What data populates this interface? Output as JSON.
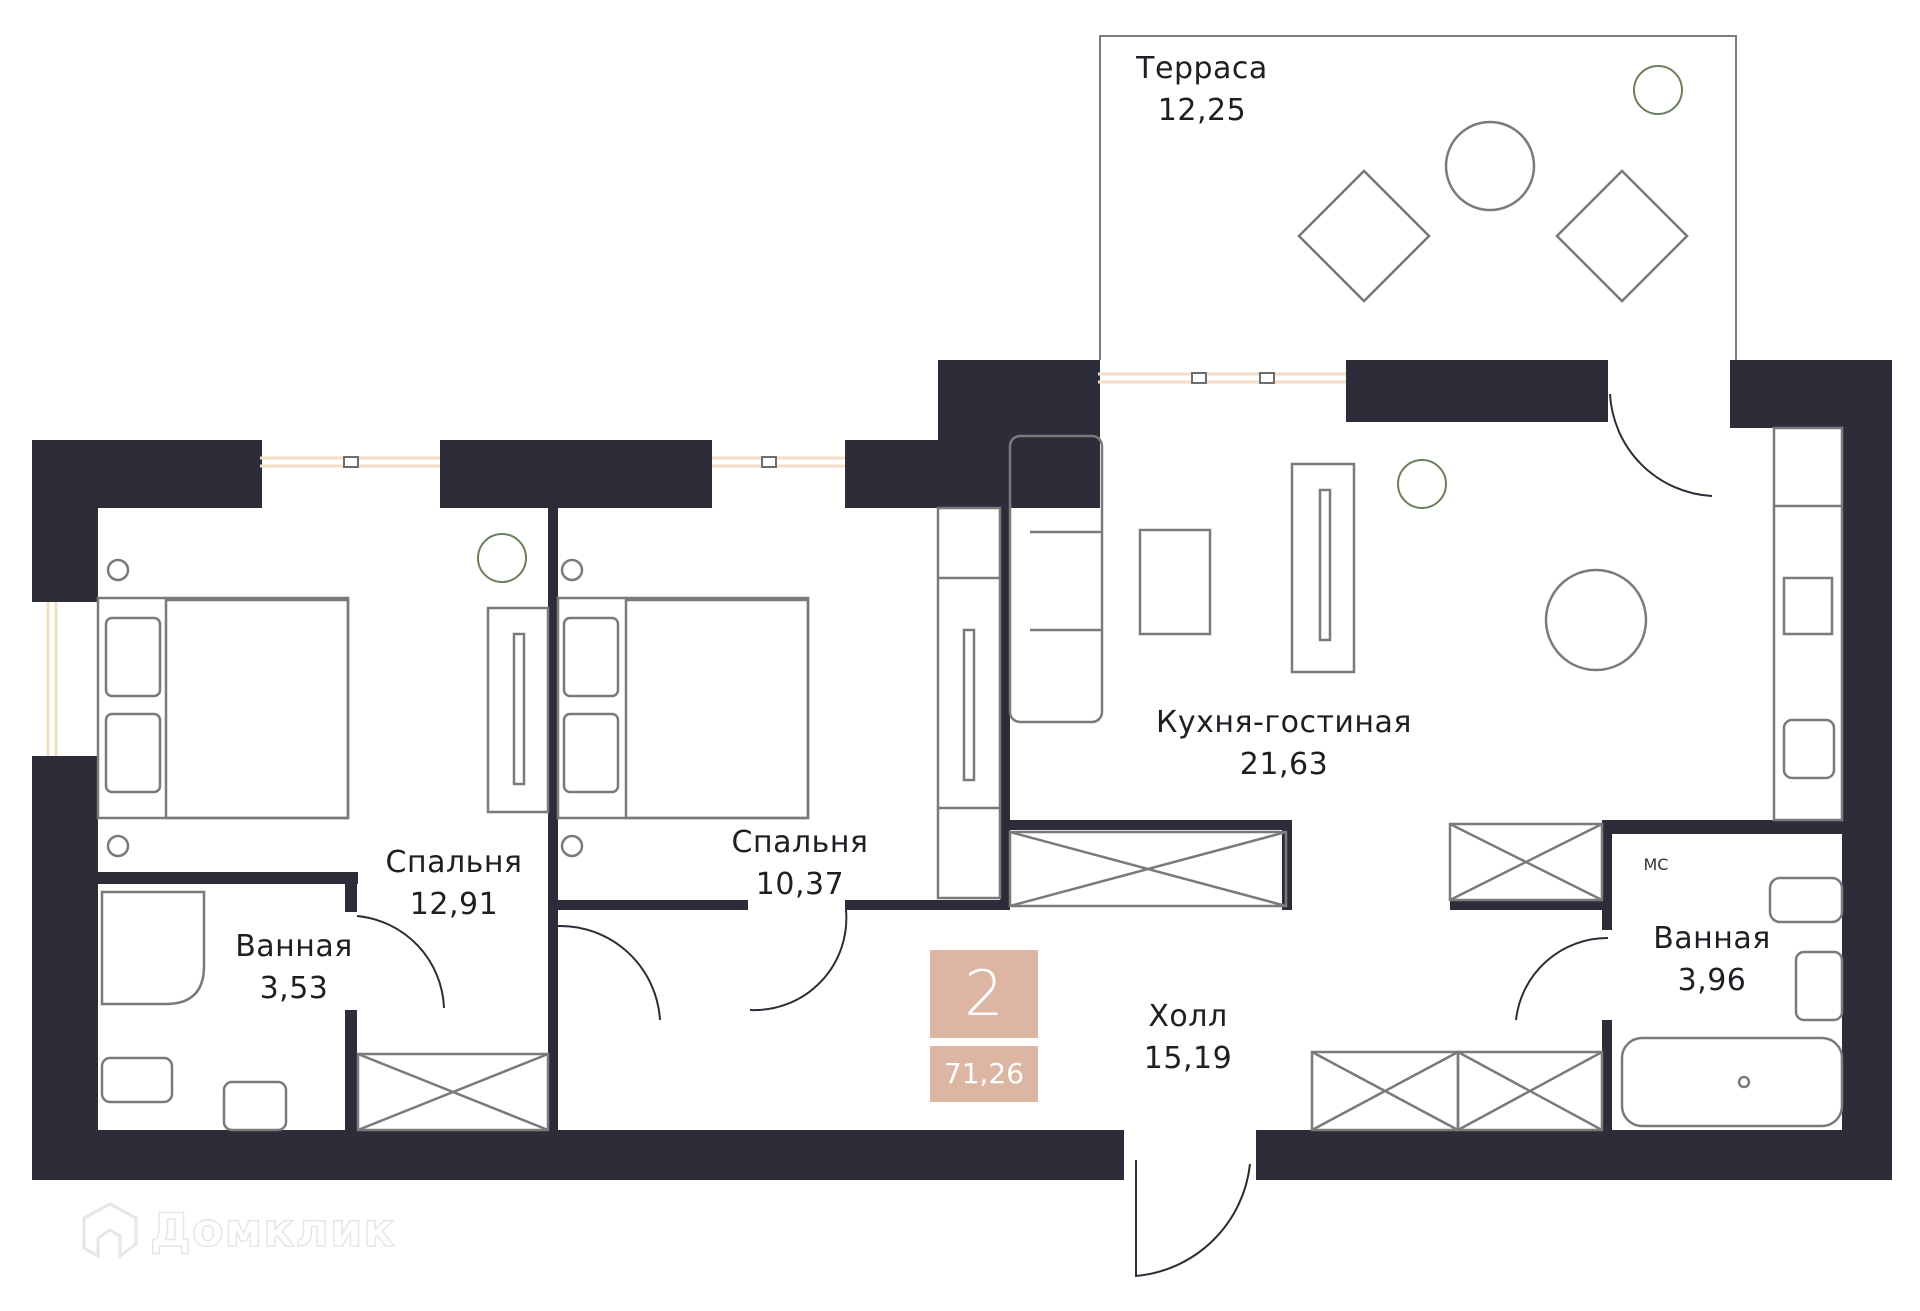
{
  "plan": {
    "rooms_count": "2",
    "total_area": "71,26",
    "colors": {
      "wall": "#2d2d3a",
      "furniture_line": "#7a7a7a",
      "window_frame": "#f5dcc4",
      "badge": "#dcb5a3",
      "plant": "#6b7f5a"
    },
    "rooms": [
      {
        "id": "terrace",
        "name": "Терраса",
        "area": "12,25"
      },
      {
        "id": "kitchen-living",
        "name": "Кухня-гостиная",
        "area": "21,63"
      },
      {
        "id": "bedroom-1",
        "name": "Спальня",
        "area": "12,91"
      },
      {
        "id": "bedroom-2",
        "name": "Спальня",
        "area": "10,37"
      },
      {
        "id": "bathroom-1",
        "name": "Ванная",
        "area": "3,53"
      },
      {
        "id": "bathroom-2",
        "name": "Ванная",
        "area": "3,96"
      },
      {
        "id": "hall",
        "name": "Холл",
        "area": "15,19"
      }
    ],
    "utility_label": "МС"
  },
  "watermark": {
    "text": "Домклик"
  }
}
